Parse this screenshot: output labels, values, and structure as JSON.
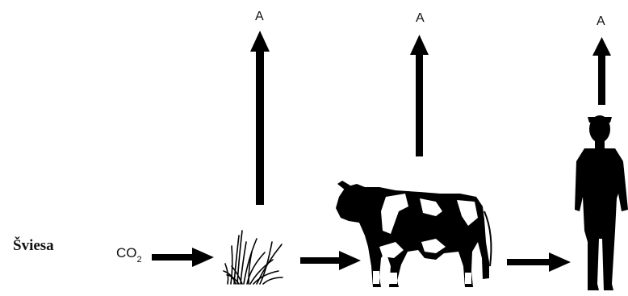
{
  "diagram": {
    "light_label": "Šviesa",
    "co2_main": "CO",
    "co2_sub": "2",
    "output_labels": [
      "A",
      "A",
      "A"
    ],
    "nodes": [
      "grass-icon",
      "cow-icon",
      "person-icon"
    ],
    "colors": {
      "ink": "#000000",
      "background": "#ffffff"
    }
  }
}
